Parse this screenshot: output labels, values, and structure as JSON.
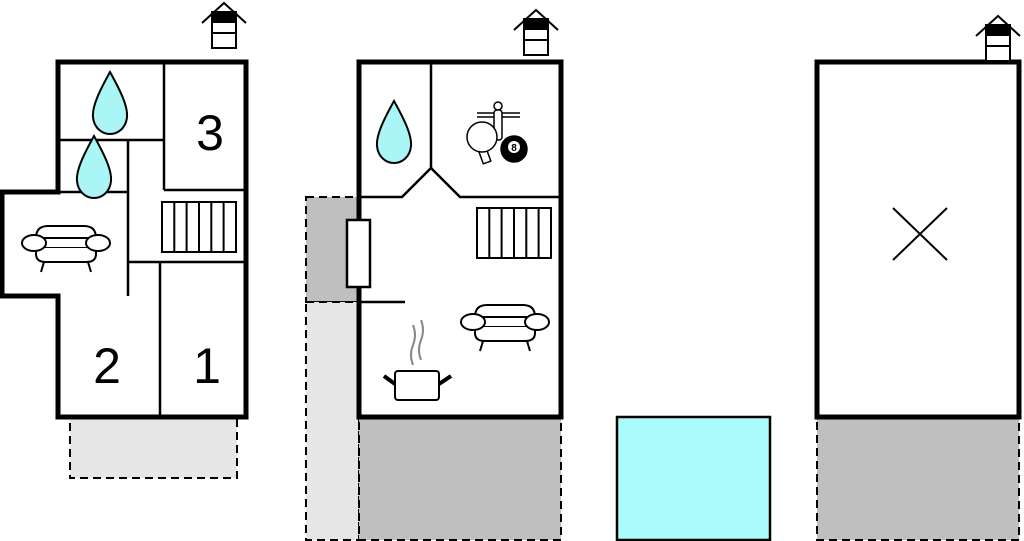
{
  "floor_plan_1": {
    "room_labels": [
      "3",
      "2",
      "1"
    ]
  },
  "floor_plan_2": {
    "billiard_ball_number": "8"
  },
  "colors": {
    "wall": "#000000",
    "water": "#aaf5f5",
    "pool": "#aafcfc",
    "terrace_light": "#e6e6e6",
    "terrace_dark": "#bfbfbf",
    "steam": "#888888"
  }
}
